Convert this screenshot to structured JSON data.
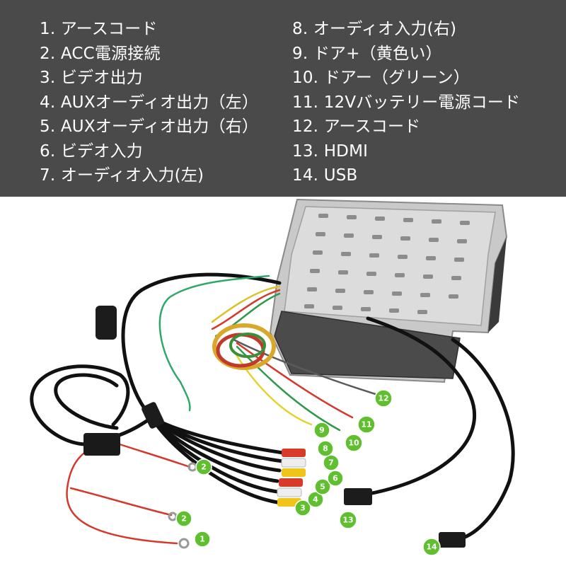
{
  "legend": {
    "left": [
      "1. アースコード",
      "2. ACC電源接続",
      "3. ビデオ出力",
      "4. AUXオーディオ出力（左）",
      "5. AUXオーディオ出力（右）",
      "6. ビデオ入力",
      "7. オーディオ入力(左)"
    ],
    "right": [
      "8. オーディオ入力(右)",
      "9. ドア+（黄色い）",
      "10. ドアー（グリーン）",
      "11. 12Vバッテリー電源コード",
      "12. アースコード",
      "13. HDMI",
      "14. USB"
    ]
  },
  "badges": [
    "1",
    "2",
    "2",
    "3",
    "4",
    "5",
    "6",
    "7",
    "8",
    "9",
    "10",
    "11",
    "12",
    "13",
    "14"
  ],
  "colors": {
    "legend_bg": "#4a4a4a",
    "badge_green": "#5fbf2e",
    "monitor_gray": "#b8b8b8",
    "cable_black": "#111111"
  }
}
